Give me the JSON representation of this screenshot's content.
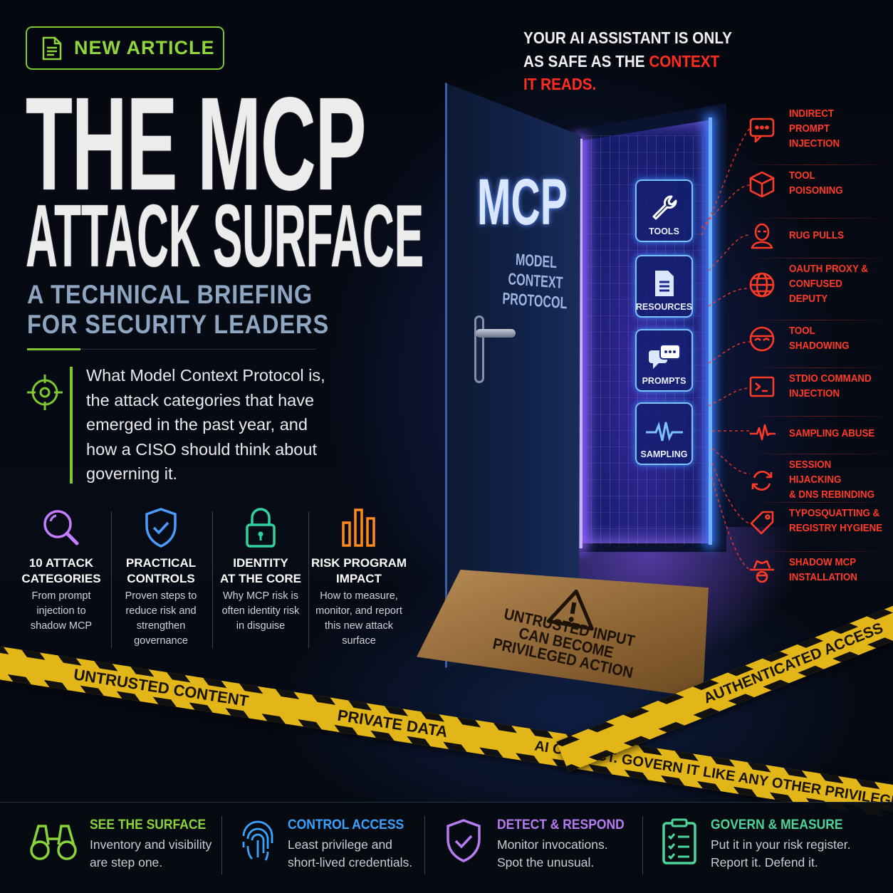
{
  "badge": {
    "label": "NEW ARTICLE",
    "icon": "document-icon"
  },
  "title": {
    "line1": "THE MCP",
    "line2": "ATTACK SURFACE"
  },
  "subtitle": {
    "line1": "A TECHNICAL BRIEFING",
    "line2": "FOR SECURITY LEADERS"
  },
  "intro": "What Model Context Protocol is, the attack categories that have emerged in the past year, and how a CISO should think about governing it.",
  "features": [
    {
      "title1": "10 ATTACK",
      "title2": "CATEGORIES",
      "desc": "From prompt injection to shadow MCP",
      "icon": "magnifier-icon",
      "color": "#c77dff"
    },
    {
      "title1": "PRACTICAL",
      "title2": "CONTROLS",
      "desc": "Proven steps to reduce risk and strengthen governance",
      "icon": "shield-check-icon",
      "color": "#4b9cff"
    },
    {
      "title1": "IDENTITY",
      "title2": "AT THE CORE",
      "desc": "Why MCP risk is often identity risk in disguise",
      "icon": "lock-icon",
      "color": "#2ed3a0"
    },
    {
      "title1": "RISK PROGRAM",
      "title2": "IMPACT",
      "desc": "How to measure, monitor, and report this new attack surface",
      "icon": "bar-chart-icon",
      "color": "#ff8a1e"
    }
  ],
  "quote": {
    "line1": "YOUR AI ASSISTANT IS ONLY",
    "line2a": "AS SAFE AS THE ",
    "line2b": "CONTEXT",
    "line3": "IT READS."
  },
  "door": {
    "logo": "MCP",
    "subtitle1": "MODEL CONTEXT",
    "subtitle2": "PROTOCOL"
  },
  "capabilities": [
    {
      "label": "TOOLS",
      "icon": "wrench-icon"
    },
    {
      "label": "RESOURCES",
      "icon": "file-icon"
    },
    {
      "label": "PROMPTS",
      "icon": "chat-icon"
    },
    {
      "label": "SAMPLING",
      "icon": "waveform-icon"
    }
  ],
  "mat": {
    "line1": "UNTRUSTED INPUT",
    "line2": "CAN BECOME",
    "line3": "PRIVILEGED ACTION"
  },
  "attacks": [
    {
      "label": "INDIRECT\nPROMPT\nINJECTION",
      "icon": "chat-bubble-icon"
    },
    {
      "label": "TOOL\nPOISONING",
      "icon": "box-icon"
    },
    {
      "label": "RUG PULLS",
      "icon": "masked-person-icon"
    },
    {
      "label": "OAUTH PROXY &\nCONFUSED\nDEPUTY",
      "icon": "globe-icon"
    },
    {
      "label": "TOOL\nSHADOWING",
      "icon": "mask-icon"
    },
    {
      "label": "STDIO COMMAND\nINJECTION",
      "icon": "terminal-icon"
    },
    {
      "label": "SAMPLING ABUSE",
      "icon": "pulse-icon"
    },
    {
      "label": "SESSION HIJACKING\n& DNS REBINDING",
      "icon": "refresh-icon"
    },
    {
      "label": "TYPOSQUATTING &\nREGISTRY HYGIENE",
      "icon": "tag-icon"
    },
    {
      "label": "SHADOW MCP\nINSTALLATION",
      "icon": "spy-icon"
    }
  ],
  "tapes": {
    "t1": "UNTRUSTED CONTENT",
    "t2": "PRIVATE DATA",
    "t3": "AI CAN ACT. GOVERN IT LIKE ANY OTHER PRIVILEGED ACTOR.",
    "t4": "AUTHENTICATED ACCESS"
  },
  "bottom": [
    {
      "title": "SEE THE SURFACE",
      "line1": "Inventory and visibility",
      "line2": "are step one.",
      "icon": "binoculars-icon",
      "color": "#8bd33a"
    },
    {
      "title": "CONTROL ACCESS",
      "line1": "Least privilege and",
      "line2": "short-lived credentials.",
      "icon": "fingerprint-icon",
      "color": "#3aa3ff"
    },
    {
      "title": "DETECT & RESPOND",
      "line1": "Monitor invocations.",
      "line2": "Spot the unusual.",
      "icon": "shield-check-icon",
      "color": "#b77cf0"
    },
    {
      "title": "GOVERN & MEASURE",
      "line1": "Put it in your risk register.",
      "line2": "Report it. Defend it.",
      "icon": "clipboard-check-icon",
      "color": "#4cd49a"
    }
  ]
}
